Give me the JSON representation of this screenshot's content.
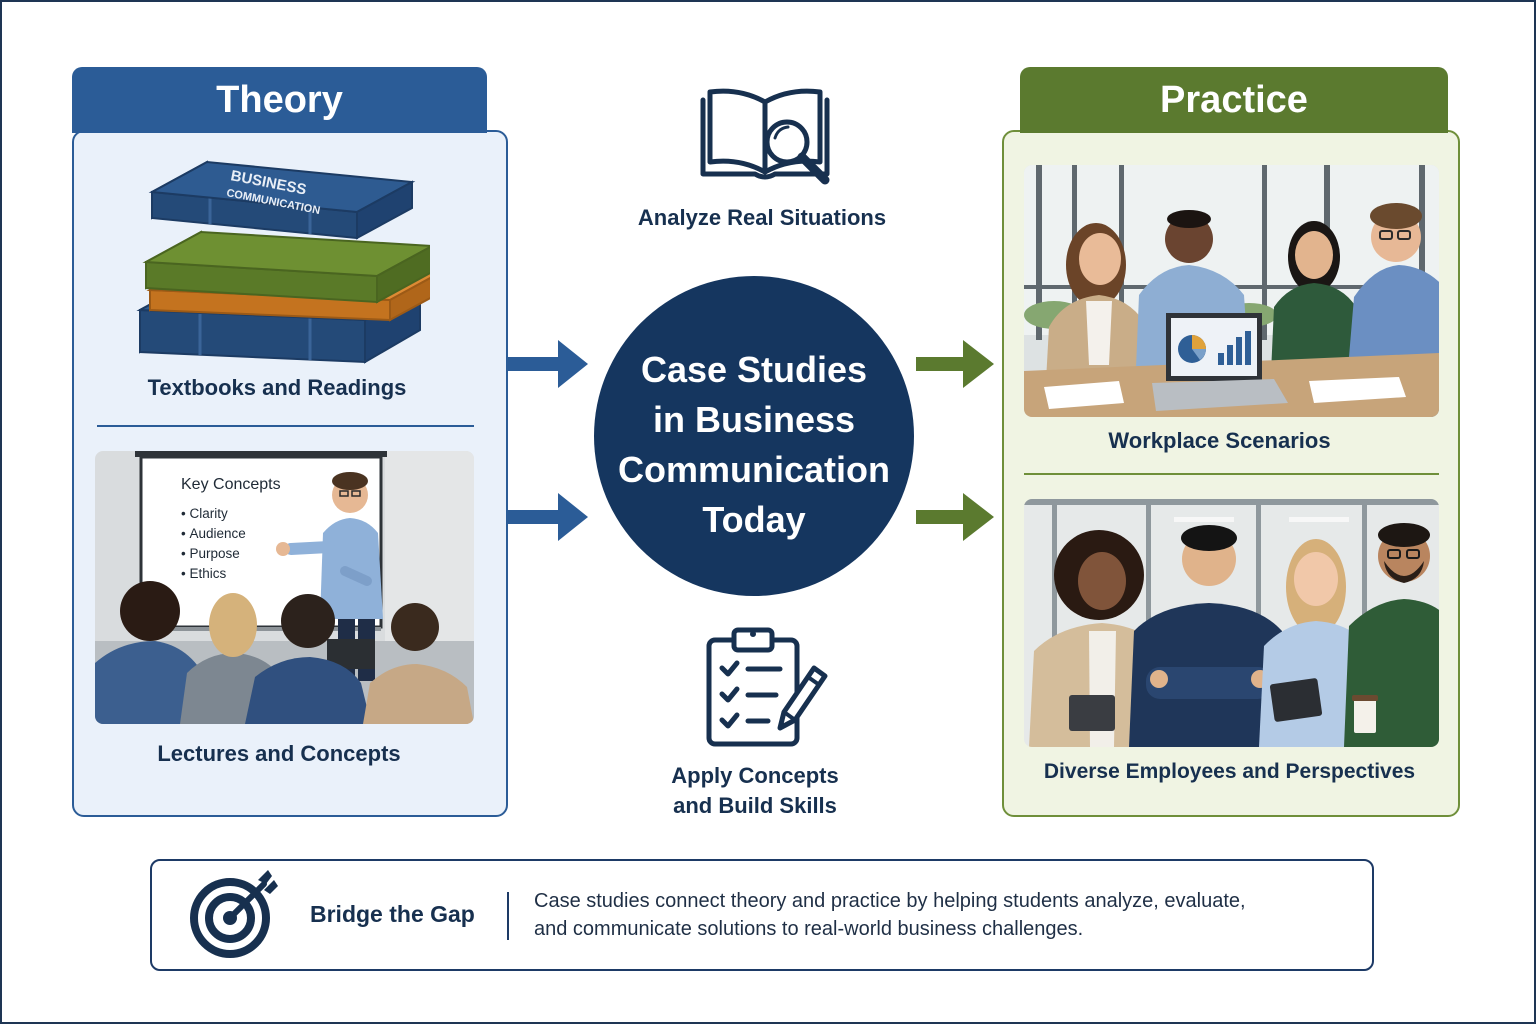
{
  "theory": {
    "title": "Theory",
    "items": [
      {
        "label": "Textbooks and Readings"
      },
      {
        "label": "Lectures and Concepts"
      }
    ]
  },
  "books": {
    "title_line1": "BUSINESS",
    "title_line2": "COMMUNICATION"
  },
  "lecture_board": {
    "heading": "Key Concepts",
    "bullets": [
      "Clarity",
      "Audience",
      "Purpose",
      "Ethics"
    ]
  },
  "center": {
    "top_caption": "Analyze Real Situations",
    "title": "Case Studies\nin Business\nCommunication\nToday",
    "bottom_caption": "Apply Concepts\nand Build Skills"
  },
  "practice": {
    "title": "Practice",
    "items": [
      {
        "label": "Workplace Scenarios"
      },
      {
        "label": "Diverse Employees and Perspectives"
      }
    ]
  },
  "banner": {
    "title": "Bridge the Gap",
    "text": "Case studies connect theory and practice by helping students analyze, evaluate,\nand communicate solutions to real-world business challenges."
  },
  "icons": {
    "analyze": "open-book-magnifier-icon",
    "apply": "clipboard-checklist-pencil-icon",
    "bridge": "target-arrow-icon",
    "flow": "arrow-right-icon"
  },
  "colors": {
    "theory": "#2b5c97",
    "practice": "#5b7a2f",
    "center": "#15365f",
    "text": "#17304f"
  }
}
